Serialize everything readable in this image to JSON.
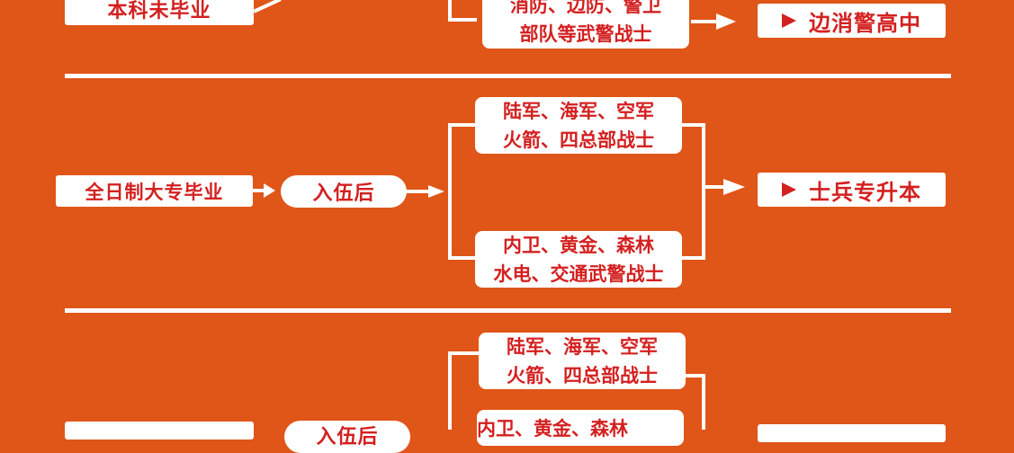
{
  "section1": {
    "start_label": "本科未毕业",
    "army_box_lines": [
      "消防、边防、警卫",
      "部队等武警战士"
    ],
    "target_label": "边消警高中"
  },
  "section2": {
    "start_label": "全日制大专毕业",
    "middle_label": "入伍后",
    "army_box_top_lines": [
      "陆军、海军、空军",
      "火箭、四总部战士"
    ],
    "army_box_bottom_lines": [
      "内卫、黄金、森林",
      "水电、交通武警战士"
    ],
    "target_label": "士兵专升本"
  },
  "section3": {
    "middle_label": "入伍后",
    "army_box_top_lines": [
      "陆军、海军、空军",
      "火箭、四总部战士"
    ],
    "army_box_bottom_lines": [
      "内卫、黄金、森林"
    ]
  },
  "colors": {
    "background": "#E05518",
    "box_fill": "#FFFFFF",
    "text": "#D42020",
    "lines": "#FFFFFF"
  },
  "icons": {
    "target_marker": "play-triangle-icon"
  }
}
